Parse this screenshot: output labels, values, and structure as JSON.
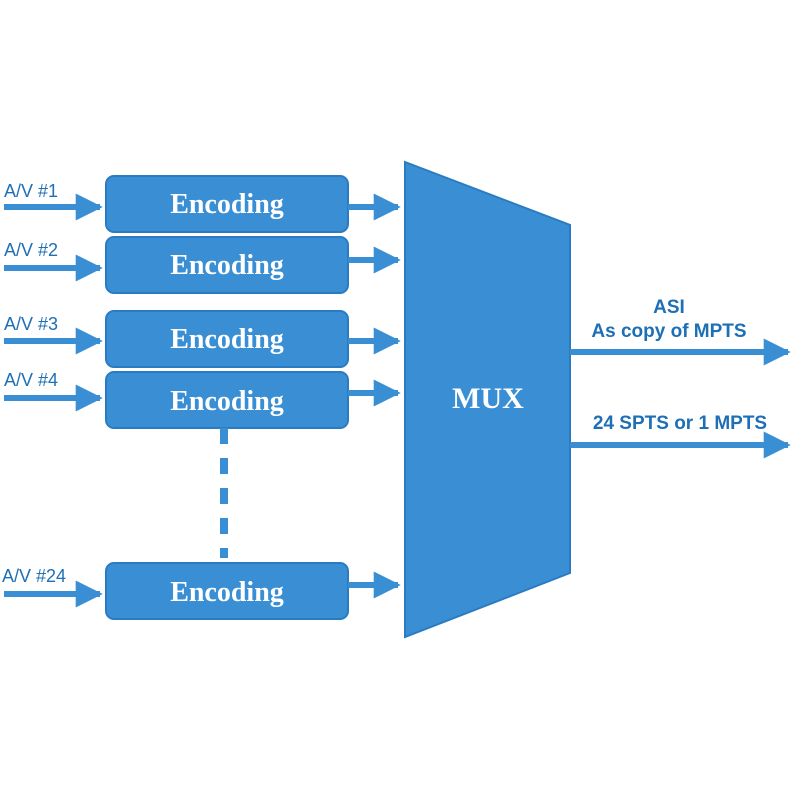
{
  "colors": {
    "box_fill": "#3a8fd4",
    "box_stroke": "#2a7cc2",
    "arrow": "#3a8fd4",
    "label_text": "#1e6fb5",
    "box_text": "#ffffff"
  },
  "inputs": [
    {
      "label": "A/V #1",
      "encoder": "Encoding"
    },
    {
      "label": "A/V #2",
      "encoder": "Encoding"
    },
    {
      "label": "A/V #3",
      "encoder": "Encoding"
    },
    {
      "label": "A/V #4",
      "encoder": "Encoding"
    },
    {
      "label": "A/V #24",
      "encoder": "Encoding"
    }
  ],
  "mux": {
    "label": "MUX"
  },
  "outputs": [
    {
      "lines": [
        "ASI",
        "As copy of  MPTS"
      ]
    },
    {
      "lines": [
        "24 SPTS or 1 MPTS"
      ]
    }
  ],
  "ellipsis_icon": "vertical-dashed-line"
}
